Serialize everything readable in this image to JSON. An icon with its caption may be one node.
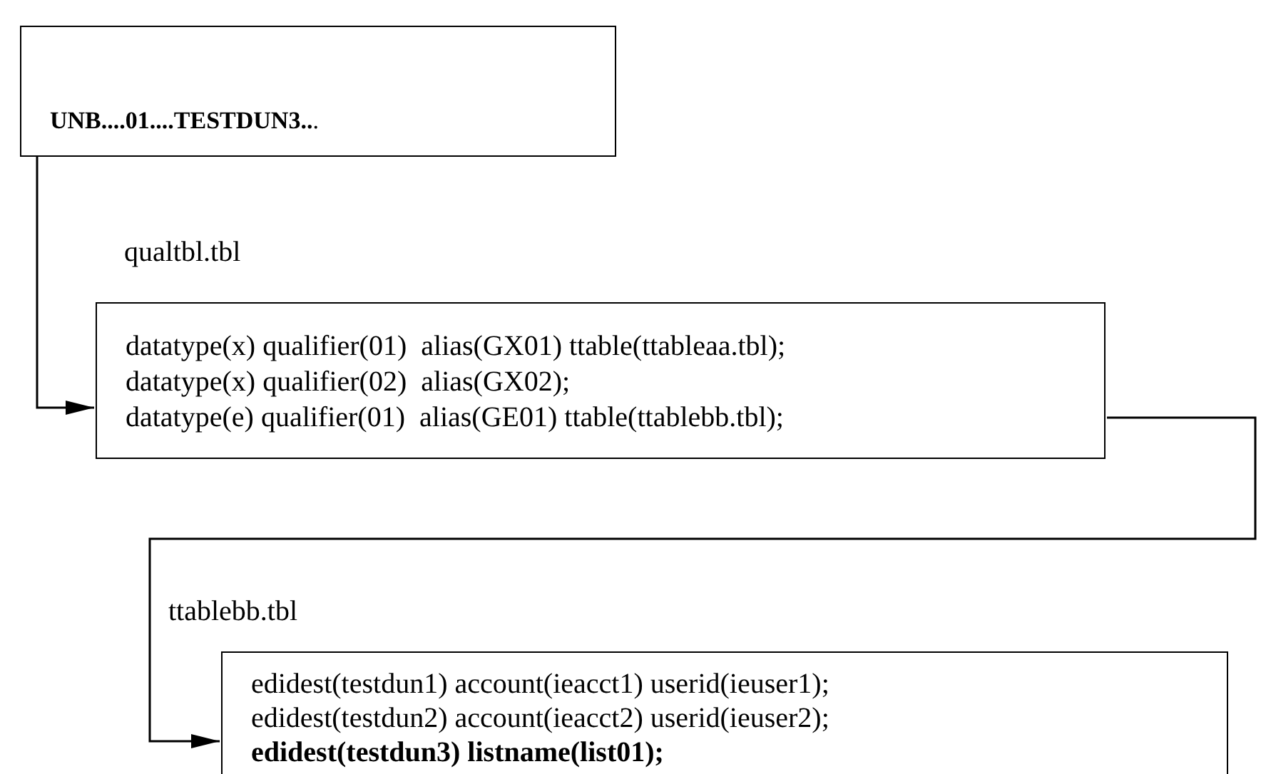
{
  "diagram": {
    "nodes": [
      {
        "text": [
          "**UNB....01....TESTDUN3..**."
        ]
      },
      {
        "text": [
          "qualtbl.tbl",
          "datatype(x) qualifier(01)  alias(GX01) ttable(ttableaa.tbl);",
          "datatype(x) qualifier(02)  alias(GX02);",
          "datatype(e) qualifier(01)  alias(GE01) ttable(ttablebb.tbl);"
        ]
      },
      {
        "text": [
          "ttablebb.tbl",
          "edidest(testdun1) account(ieacct1) userid(ieuser1);",
          "edidest(testdun2) account(ieacct2) userid(ieuser2);",
          "**edidest(testdun3) listname(list01);**"
        ]
      }
    ],
    "edges": [
      {
        "from": 0,
        "to": 1,
        "arrow": "to"
      },
      {
        "from": 1,
        "to": 2,
        "arrow": "to"
      }
    ]
  }
}
